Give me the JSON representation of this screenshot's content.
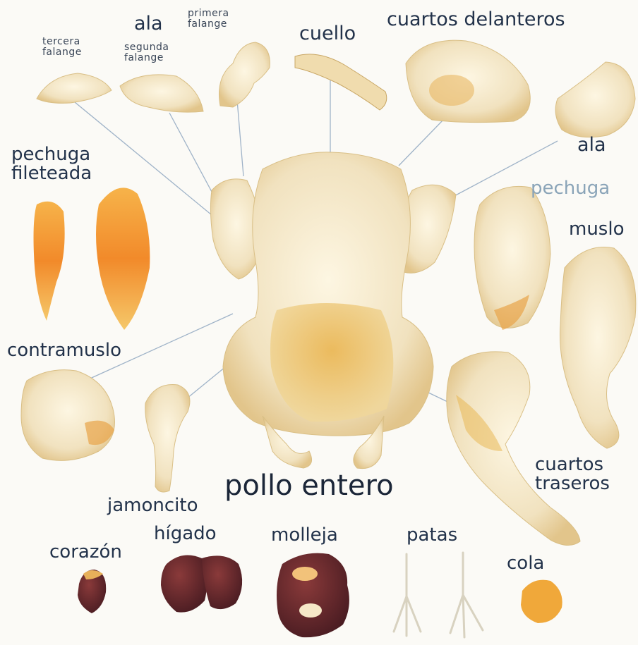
{
  "title": "pollo entero",
  "labels": {
    "tercera_falange": [
      "tercera",
      "falange"
    ],
    "ala_top": "ala",
    "segunda_falange": [
      "segunda",
      "falange"
    ],
    "primera_falange": [
      "primera",
      "falange"
    ],
    "cuello": "cuello",
    "cuartos_delanteros": "cuartos delanteros",
    "ala_right": "ala",
    "pechuga_fileteada": [
      "pechuga",
      "fileteada"
    ],
    "pechuga": "pechuga",
    "muslo": "muslo",
    "contramuslo": "contramuslo",
    "cuartos_traseros": [
      "cuartos",
      "traseros"
    ],
    "jamoncito": "jamoncito",
    "corazon": "corazón",
    "higado": "hígado",
    "molleja": "molleja",
    "patas": "patas",
    "cola": "cola"
  },
  "colors": {
    "background": "#fbfaf6",
    "skin": "#f3e6c4",
    "fat": "#e8b44a",
    "meat": "#f29a2e",
    "organ": "#6b2a2a",
    "leader_line": "#9fb3c8"
  }
}
